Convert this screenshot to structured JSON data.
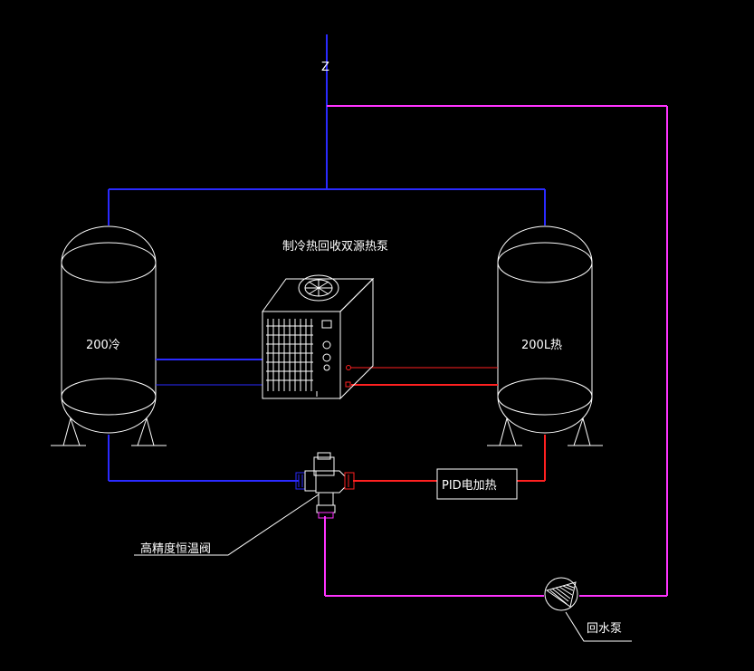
{
  "diagram": {
    "title": "制冷热回收双源热泵",
    "cold_tank_label": "200冷",
    "hot_tank_label": "200L热",
    "heater_label": "PID电加热",
    "valve_label": "高精度恒温阀",
    "pump_label": "回水泵",
    "supply_label": "Z"
  },
  "colors": {
    "background": "#000000",
    "cold_pipe": "#2a2aff",
    "hot_pipe": "#ff2020",
    "return_pipe": "#ff33ff",
    "outline": "#ffffff"
  }
}
